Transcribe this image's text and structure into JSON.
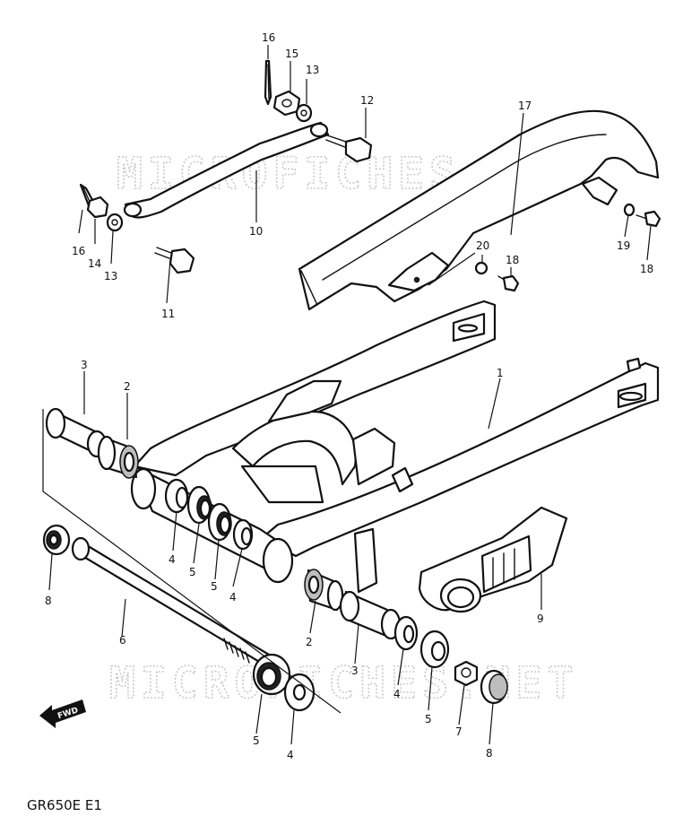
{
  "watermarks": [
    "MICROFICHES.NET",
    "MICROFICHES.NET"
  ],
  "model_code": "GR650E E1",
  "direction_marker": "FWD",
  "callouts": [
    {
      "id": "c16a",
      "text": "16"
    },
    {
      "id": "c15",
      "text": "15"
    },
    {
      "id": "c13a",
      "text": "13"
    },
    {
      "id": "c12",
      "text": "12"
    },
    {
      "id": "c17",
      "text": "17"
    },
    {
      "id": "c10",
      "text": "10"
    },
    {
      "id": "c16b",
      "text": "16"
    },
    {
      "id": "c14",
      "text": "14"
    },
    {
      "id": "c13b",
      "text": "13"
    },
    {
      "id": "c11",
      "text": "11"
    },
    {
      "id": "c20",
      "text": "20"
    },
    {
      "id": "c18a",
      "text": "18"
    },
    {
      "id": "c19",
      "text": "19"
    },
    {
      "id": "c18b",
      "text": "18"
    },
    {
      "id": "c3a",
      "text": "3"
    },
    {
      "id": "c2a",
      "text": "2"
    },
    {
      "id": "c1",
      "text": "1"
    },
    {
      "id": "c4a",
      "text": "4"
    },
    {
      "id": "c5a",
      "text": "5"
    },
    {
      "id": "c5b",
      "text": "5"
    },
    {
      "id": "c4b",
      "text": "4"
    },
    {
      "id": "c8a",
      "text": "8"
    },
    {
      "id": "c6",
      "text": "6"
    },
    {
      "id": "c2b",
      "text": "2"
    },
    {
      "id": "c3b",
      "text": "3"
    },
    {
      "id": "c4c",
      "text": "4"
    },
    {
      "id": "c5c",
      "text": "5"
    },
    {
      "id": "c7",
      "text": "7"
    },
    {
      "id": "c8b",
      "text": "8"
    },
    {
      "id": "c9",
      "text": "9"
    },
    {
      "id": "c5d",
      "text": "5"
    },
    {
      "id": "c4d",
      "text": "4"
    }
  ]
}
